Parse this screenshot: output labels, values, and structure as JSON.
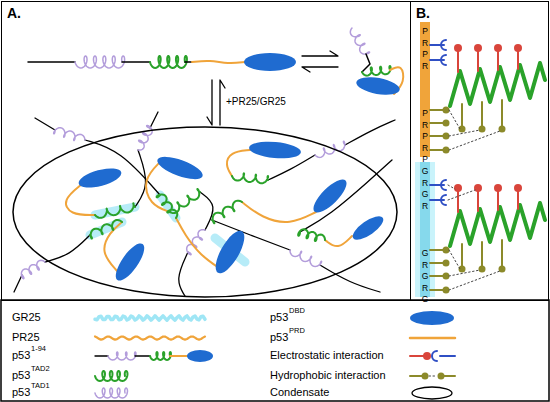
{
  "diagram": {
    "nodes": [
      {
        "text": [
          "A."
        ]
      },
      {
        "text": [
          "B."
        ]
      }
    ],
    "labels": [
      "+PR25/GR25",
      "PRPR",
      "PRPRP",
      "GRGR",
      "GRGRG",
      "1-94",
      "TAD2",
      "TAD1",
      "DBD",
      "PRD"
    ],
    "legend": [
      {
        "text": "GR25"
      },
      {
        "text": "PR25"
      },
      {
        "text": "p53"
      },
      {
        "text": "p53"
      },
      {
        "text": "p53"
      },
      {
        "text": "p53"
      },
      {
        "text": "p53"
      },
      {
        "text": "Electrostatic interaction"
      },
      {
        "text": "Hydrophobic interaction"
      },
      {
        "text": "Condensate"
      }
    ]
  }
}
